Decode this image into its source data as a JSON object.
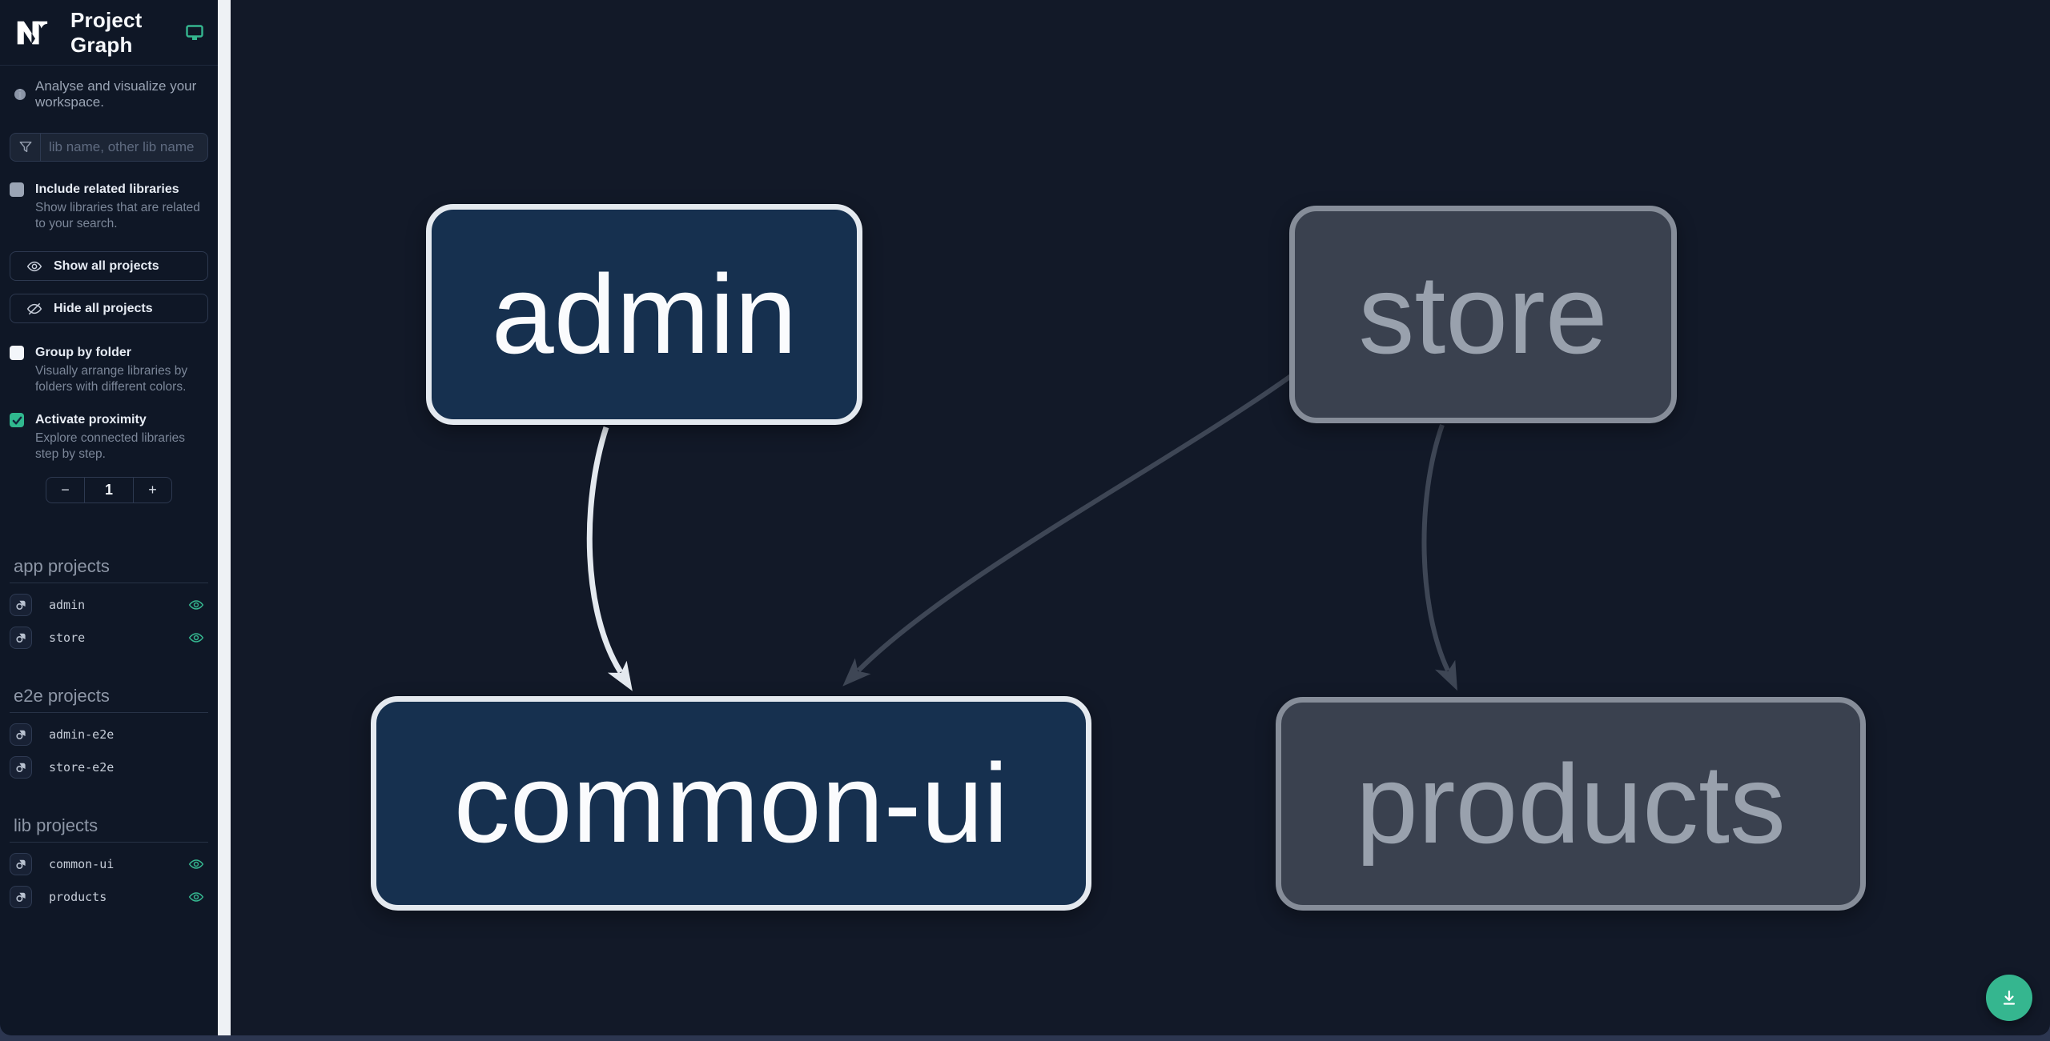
{
  "header": {
    "title": "Project Graph"
  },
  "sidebar": {
    "tagline": "Analyse and visualize your workspace.",
    "search_placeholder": "lib name, other lib name",
    "include_related": {
      "label": "Include related libraries",
      "description": "Show libraries that are related to your search.",
      "checked": false
    },
    "show_all_label": "Show all projects",
    "hide_all_label": "Hide all projects",
    "group_by_folder": {
      "label": "Group by folder",
      "description": "Visually arrange libraries by folders with different colors.",
      "checked": false
    },
    "activate_proximity": {
      "label": "Activate proximity",
      "description": "Explore connected libraries step by step.",
      "checked": true
    },
    "proximity": {
      "decrement": "−",
      "value": "1",
      "increment": "+"
    },
    "sections": [
      {
        "title": "app projects",
        "items": [
          {
            "name": "admin",
            "eye_visible": true
          },
          {
            "name": "store",
            "eye_visible": true
          }
        ]
      },
      {
        "title": "e2e projects",
        "items": [
          {
            "name": "admin-e2e",
            "eye_visible": false
          },
          {
            "name": "store-e2e",
            "eye_visible": false
          }
        ]
      },
      {
        "title": "lib projects",
        "items": [
          {
            "name": "common-ui",
            "eye_visible": true
          },
          {
            "name": "products",
            "eye_visible": true
          }
        ]
      }
    ]
  },
  "graph": {
    "nodes": [
      {
        "id": "admin",
        "label": "admin",
        "state": "focused"
      },
      {
        "id": "store",
        "label": "store",
        "state": "dimmed"
      },
      {
        "id": "common-ui",
        "label": "common-ui",
        "state": "focused"
      },
      {
        "id": "products",
        "label": "products",
        "state": "dimmed"
      }
    ],
    "edges": [
      {
        "from": "admin",
        "to": "common-ui",
        "state": "focused"
      },
      {
        "from": "store",
        "to": "common-ui",
        "state": "dimmed"
      },
      {
        "from": "store",
        "to": "products",
        "state": "dimmed"
      }
    ]
  },
  "colors": {
    "accent_teal": "#35b68f",
    "sidebar_bg": "#0f1726",
    "canvas_bg": "#121928",
    "divider_white": "#eef1f5",
    "node_focused_fill": "#16304f",
    "node_focused_border": "#e4e9ef",
    "node_dimmed_fill": "#3a414f",
    "node_dimmed_border": "#868d99",
    "edge_focused": "#e4e9ef",
    "edge_dimmed": "#3e4655"
  }
}
